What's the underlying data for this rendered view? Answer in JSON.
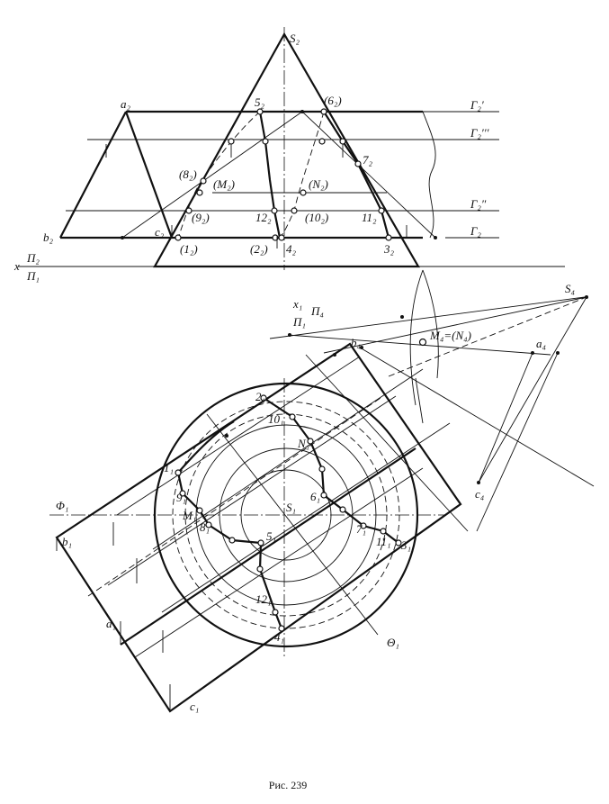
{
  "caption": "Рис. 239",
  "labels": {
    "S2": "S₂",
    "a2": "a₂",
    "b2": "b₂",
    "c2": "c₂",
    "p5_2": "5₂",
    "p6_2": "(6₂)",
    "p7_2": "7₂",
    "p8_2": "(8₂)",
    "M2": "(M₂)",
    "N2": "(N₂)",
    "p9_2": "(9₂)",
    "p10_2": "(10₂)",
    "p11_2": "11₂",
    "p12_2": "12₂",
    "p1_2": "(1₂)",
    "p2_2": "(2₂)",
    "p4_2": "4₂",
    "p3_2": "3₂",
    "G2p": "Г₂′",
    "G2ppp": "Г₂′′′",
    "G2pp": "Г₂″",
    "G2": "Г₂",
    "x": "x",
    "Pi2": "Π₂",
    "Pi1": "Π₁",
    "x1": "x₁",
    "Pi4": "Π₄",
    "Pi1b": "Π₁",
    "S4": "S₄",
    "M4N4": "M₄=(N₄)",
    "a4": "a₄",
    "b4": "b₄",
    "c4": "c₄",
    "p2_1": "2₁",
    "p10_1": "10₁",
    "N1": "N₁",
    "p1_1": "1₁",
    "p9_1": "9₁",
    "M1": "M₁",
    "p8_1": "8₁",
    "p6_1": "6₁",
    "S1": "S₁",
    "p5_1": "5₁",
    "p7_1": "7₁",
    "p11_1": "11₁",
    "p3_1": "3₁",
    "p12_1": "12₁",
    "p4_1": "4₁",
    "Phi1": "Φ₁",
    "b1": "b₁",
    "a1": "a₁",
    "c1": "c₁",
    "Theta1": "Θ₁"
  }
}
